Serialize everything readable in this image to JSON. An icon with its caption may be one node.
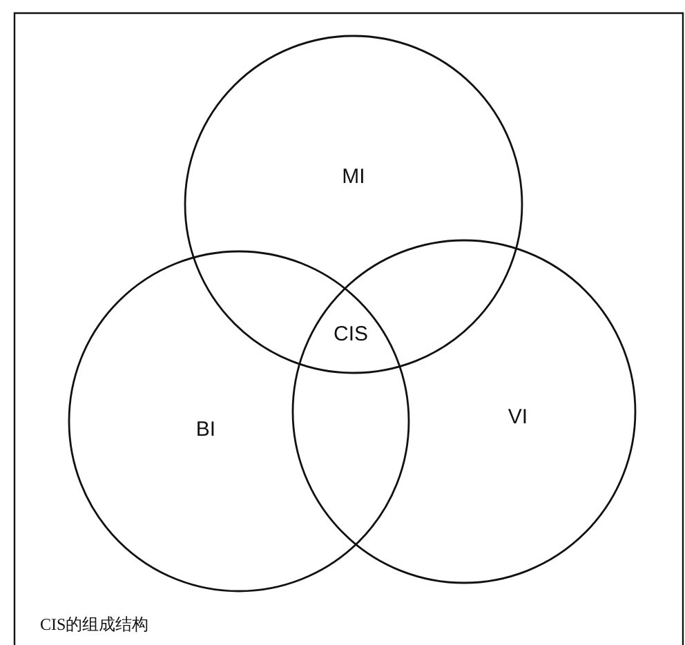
{
  "diagram": {
    "caption": "CIS的组成结构",
    "nodes": [
      {
        "text": [
          "MI"
        ]
      },
      {
        "text": [
          "BI"
        ]
      },
      {
        "text": [
          "VI"
        ]
      }
    ],
    "labels": [
      "CIS"
    ]
  }
}
